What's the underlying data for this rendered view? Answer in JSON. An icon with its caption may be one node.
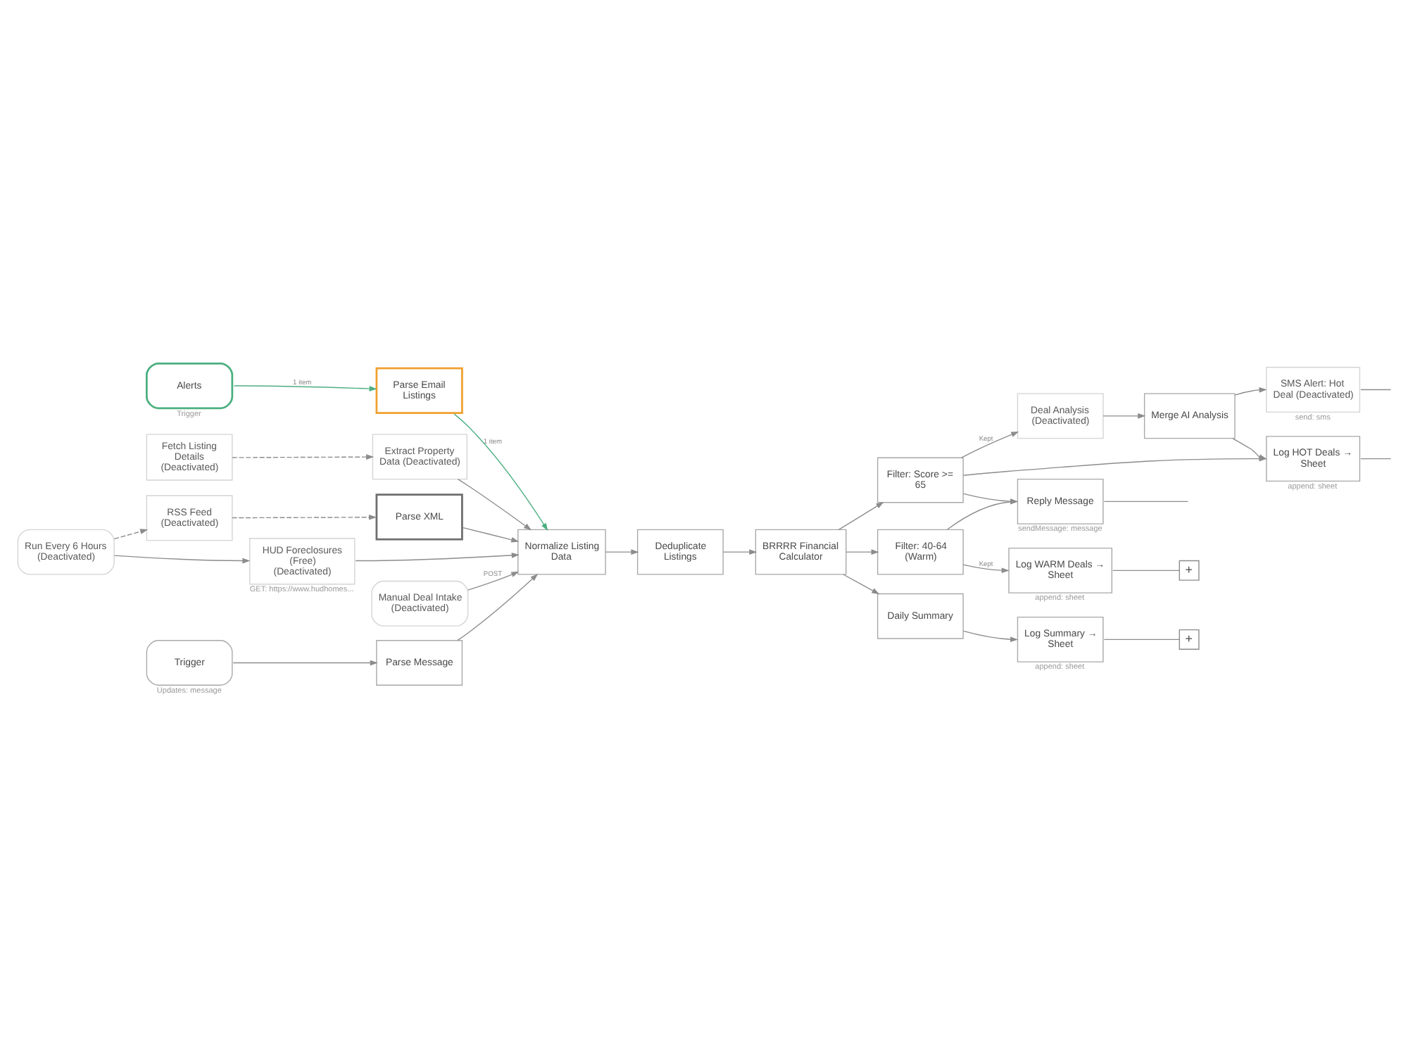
{
  "diagram": {
    "nodes": [
      {
        "text": [
          "Alerts"
        ],
        "beside": [
          "Trigger"
        ]
      },
      {
        "text": [
          "Parse Email Listings"
        ]
      },
      {
        "text": [
          "Fetch Listing Details (Deactivated)"
        ]
      },
      {
        "text": [
          "Extract Property Data (Deactivated)"
        ]
      },
      {
        "text": [
          "Run Every 6 Hours (Deactivated)"
        ]
      },
      {
        "text": [
          "RSS Feed (Deactivated)"
        ]
      },
      {
        "text": [
          "Parse XML"
        ]
      },
      {
        "text": [
          "HUD Foreclosures (Free) (Deactivated)"
        ],
        "beside": [
          "GET: https://www.hudhomes..."
        ]
      },
      {
        "text": [
          "Manual Deal Intake (Deactivated)"
        ]
      },
      {
        "text": [
          "Trigger"
        ],
        "beside": [
          "Updates: message"
        ]
      },
      {
        "text": [
          "Parse Message"
        ]
      },
      {
        "text": [
          "Normalize Listing Data"
        ]
      },
      {
        "text": [
          "Deduplicate Listings"
        ]
      },
      {
        "text": [
          "BRRRR Financial Calculator"
        ]
      },
      {
        "text": [
          "Filter: Score >= 65"
        ]
      },
      {
        "text": [
          "Filter: 40-64 (Warm)"
        ]
      },
      {
        "text": [
          "Daily Summary"
        ]
      },
      {
        "text": [
          "Deal Analysis (Deactivated)"
        ]
      },
      {
        "text": [
          "Log WARM Deals → Sheet"
        ],
        "beside": [
          "append: sheet"
        ]
      },
      {
        "text": [
          "Log Summary → Sheet"
        ],
        "beside": [
          "append: sheet"
        ]
      },
      {
        "text": [
          "Merge AI Analysis"
        ]
      },
      {
        "text": [
          "Log HOT Deals → Sheet"
        ],
        "beside": [
          "append: sheet"
        ]
      },
      {
        "text": [
          "SMS Alert: Hot Deal (Deactivated)"
        ],
        "beside": [
          "send: sms"
        ]
      },
      {
        "text": [
          "Reply Message"
        ],
        "beside": [
          "sendMessage: message"
        ]
      },
      {
        "text": [
          "+"
        ]
      },
      {
        "text": [
          "+"
        ]
      }
    ],
    "edges": [
      {
        "from": 0,
        "to": 1,
        "arrow": "to",
        "label": "1 item",
        "color": "#4caf80"
      },
      {
        "from": 1,
        "to": 11,
        "arrow": "to",
        "label": "1 item",
        "color": "#4caf80"
      },
      {
        "from": 2,
        "to": 3,
        "arrow": "to",
        "style": "dashed"
      },
      {
        "from": 3,
        "to": 11,
        "arrow": "to"
      },
      {
        "from": 4,
        "to": 5,
        "arrow": "to",
        "style": "dashed"
      },
      {
        "from": 5,
        "to": 6,
        "arrow": "to",
        "style": "dashed"
      },
      {
        "from": 4,
        "to": 7,
        "arrow": "to"
      },
      {
        "from": 6,
        "to": 11,
        "arrow": "to"
      },
      {
        "from": 7,
        "to": 11,
        "arrow": "to"
      },
      {
        "from": 8,
        "to": 11,
        "arrow": "to",
        "label": "POST"
      },
      {
        "from": 9,
        "to": 10,
        "arrow": "to"
      },
      {
        "from": 10,
        "to": 11,
        "arrow": "to"
      },
      {
        "from": 11,
        "to": 12,
        "arrow": "to"
      },
      {
        "from": 12,
        "to": 13,
        "arrow": "to"
      },
      {
        "from": 13,
        "to": 14,
        "arrow": "to"
      },
      {
        "from": 13,
        "to": 15,
        "arrow": "to"
      },
      {
        "from": 13,
        "to": 16,
        "arrow": "to"
      },
      {
        "from": 14,
        "to": 17,
        "arrow": "to",
        "label": "Kept"
      },
      {
        "from": 14,
        "to": 21,
        "arrow": "to"
      },
      {
        "from": 14,
        "to": 23,
        "arrow": "to"
      },
      {
        "from": 15,
        "to": 18,
        "arrow": "to",
        "label": "Kept"
      },
      {
        "from": 15,
        "to": 23,
        "arrow": "to"
      },
      {
        "from": 16,
        "to": 19,
        "arrow": "to"
      },
      {
        "from": 17,
        "to": 20,
        "arrow": "to"
      },
      {
        "from": 20,
        "to": 21,
        "arrow": "to"
      },
      {
        "from": 20,
        "to": 22,
        "arrow": "to"
      },
      {
        "from": 18,
        "to": 24,
        "arrow": "none"
      },
      {
        "from": 19,
        "to": 25,
        "arrow": "none"
      },
      {
        "from": 21,
        "to": null,
        "arrow": "none"
      },
      {
        "from": 22,
        "to": null,
        "arrow": "none"
      },
      {
        "from": 23,
        "to": null,
        "arrow": "none"
      }
    ]
  }
}
